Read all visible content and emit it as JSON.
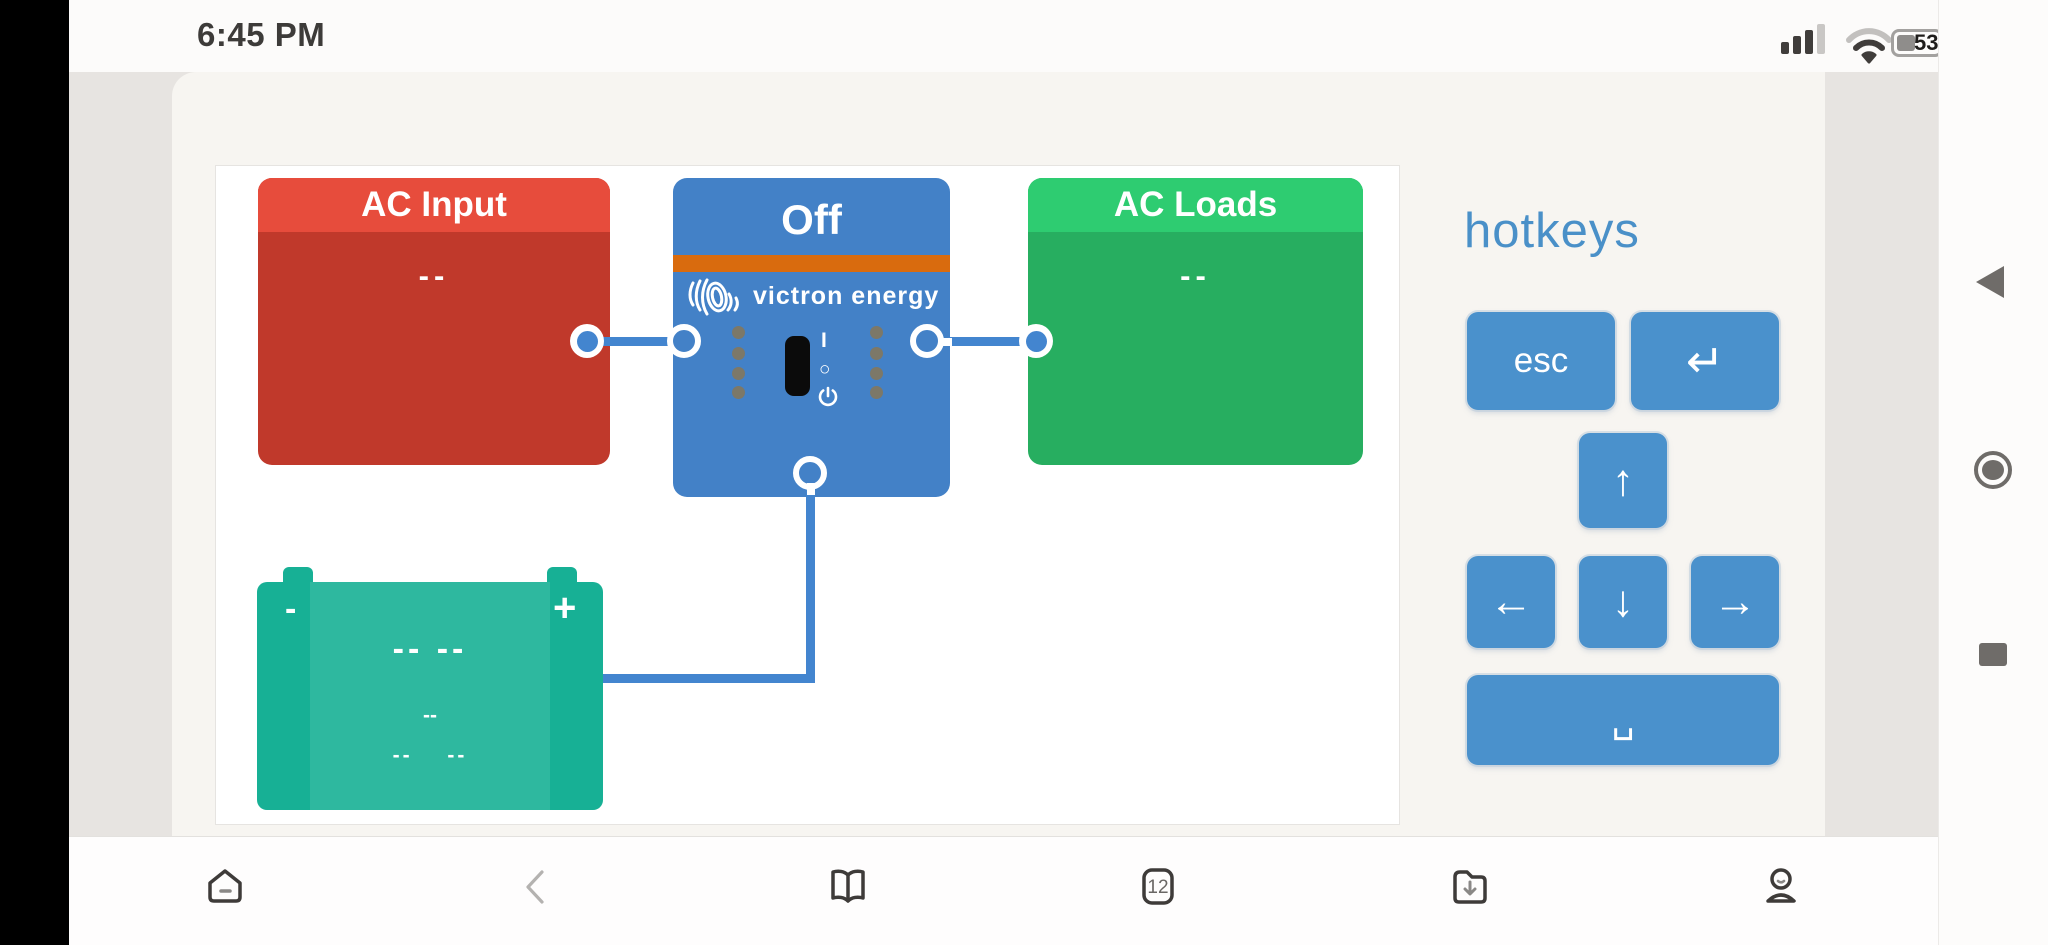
{
  "status_bar": {
    "time": "6:45 PM",
    "battery_percent": "53"
  },
  "diagram": {
    "ac_input": {
      "title": "AC Input",
      "value": "--"
    },
    "ac_loads": {
      "title": "AC Loads",
      "value": "--"
    },
    "inverter": {
      "state": "Off",
      "brand": "victron energy",
      "switch_on": "I",
      "switch_off": "○"
    },
    "battery": {
      "minus": "-",
      "plus": "+",
      "value_main": "-- --",
      "value_mid": "--",
      "value_low": "-- --"
    }
  },
  "hotkeys": {
    "title": "hotkeys",
    "esc": "esc",
    "enter": "↵",
    "up": "↑",
    "left": "←",
    "down": "↓",
    "right": "→",
    "space": "␣"
  },
  "bottom_nav": {
    "page_indicator": "12"
  },
  "colors": {
    "red-head": "#e74c3c",
    "red-body": "#c0392b",
    "green-head": "#2ecc71",
    "green-body": "#27ae60",
    "inv-blue": "#4381c7",
    "inv-orange": "#d96b0e",
    "teal": "#17b095",
    "wire-blue": "#4385cf",
    "key-blue": "#4a91cc",
    "hk-text": "#4a90c8",
    "page-gray": "#e7e4e1",
    "content-bg": "#f7f5f1"
  }
}
